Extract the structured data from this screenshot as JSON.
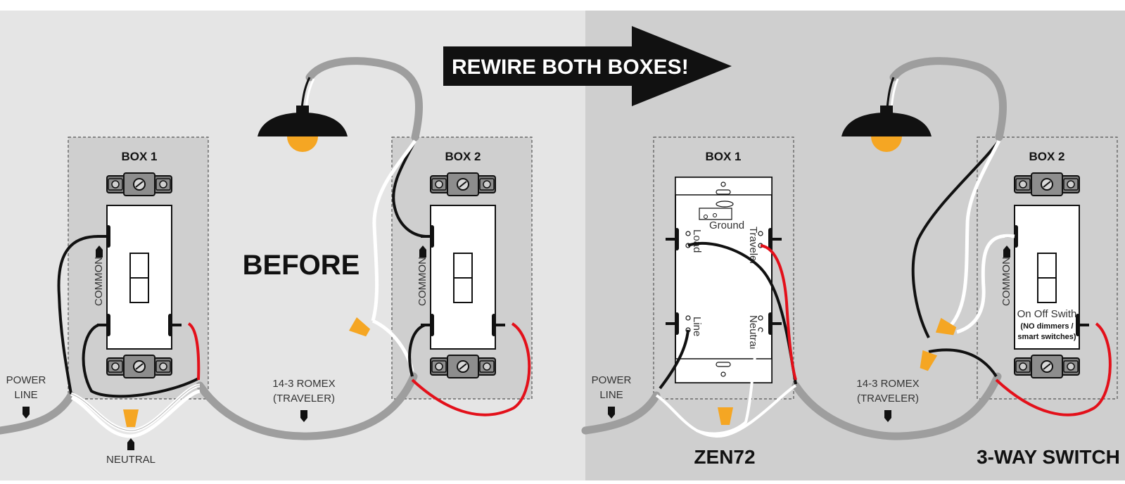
{
  "banner": {
    "text": "REWIRE BOTH BOXES!"
  },
  "left_panel": {
    "heading": "BEFORE",
    "box1_title": "BOX 1",
    "box2_title": "BOX 2",
    "power_line": [
      "POWER",
      "LINE"
    ],
    "romex": [
      "14-3 ROMEX",
      "(TRAVELER)"
    ],
    "neutral": "NEUTRAL",
    "common1": "COMMON",
    "common2": "COMMON"
  },
  "right_panel": {
    "box1_title": "BOX 1",
    "box2_title": "BOX 2",
    "power_line": [
      "POWER",
      "LINE"
    ],
    "romex": [
      "14-3 ROMEX",
      "(TRAVELER)"
    ],
    "common": "COMMON",
    "zen_labels": {
      "ground": "Ground",
      "load": "Load",
      "traveler": "Traveler",
      "line": "Line",
      "neutral": "Neutral"
    },
    "switch_note": [
      "On Off Swith",
      "(NO dimmers /",
      "smart switches)"
    ],
    "caption_left": "ZEN72",
    "caption_right": "3-WAY SWITCH"
  },
  "colors": {
    "left_bg": "#e5e5e5",
    "right_bg": "#cfcfcf",
    "cable": "#9e9e9e",
    "hot": "#111111",
    "traveler_red": "#e3101a",
    "wire_nut": "#f5a623",
    "bulb": "#f5a623"
  },
  "icons": [
    "light-fixture-icon",
    "wire-nut-icon",
    "screw-terminal-icon",
    "pointer-arrow-icon"
  ]
}
